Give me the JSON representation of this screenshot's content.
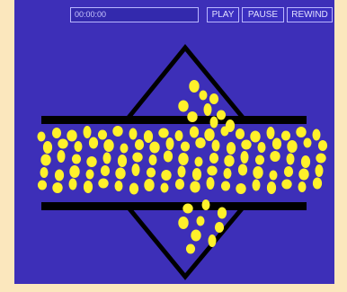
{
  "controls": {
    "time_value": "00:00:00",
    "play_label": "PLAY",
    "pause_label": "PAUSE",
    "rewind_label": "REWIND"
  },
  "colors": {
    "background": "#3d2fb8",
    "particle": "#fff12b",
    "wall": "#000000",
    "page": "#fbe7bd"
  }
}
